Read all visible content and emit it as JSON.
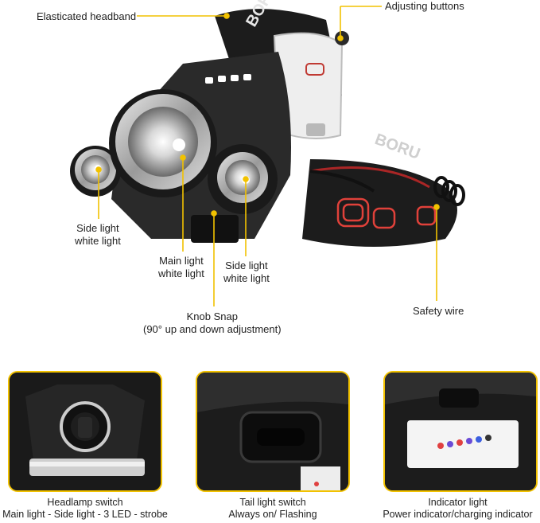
{
  "colors": {
    "callout": "#f2c200",
    "band_pattern": "#e0413a",
    "frame": "#f2c200"
  },
  "brand_on_band": "BORU",
  "callouts": {
    "headband": "Elasticated headband",
    "adjusting": "Adjusting buttons",
    "side_left": [
      "Side light",
      "white light"
    ],
    "main": [
      "Main light",
      "white light"
    ],
    "side_right": [
      "Side light",
      "white light"
    ],
    "knob": [
      "Knob Snap",
      "(90° up and down adjustment)"
    ],
    "safety": "Safety wire"
  },
  "panels": [
    {
      "caption": [
        "Headlamp switch",
        "Main light - Side light - 3 LED - strobe"
      ]
    },
    {
      "caption": [
        "Tail light switch",
        "Always on/ Flashing"
      ]
    },
    {
      "caption": [
        "Indicator light",
        "Power indicator/charging indicator"
      ],
      "dots": [
        "#e04040",
        "#6a4bd6",
        "#e04040",
        "#6a4bd6",
        "#3b5fe0",
        "#333333"
      ]
    }
  ]
}
